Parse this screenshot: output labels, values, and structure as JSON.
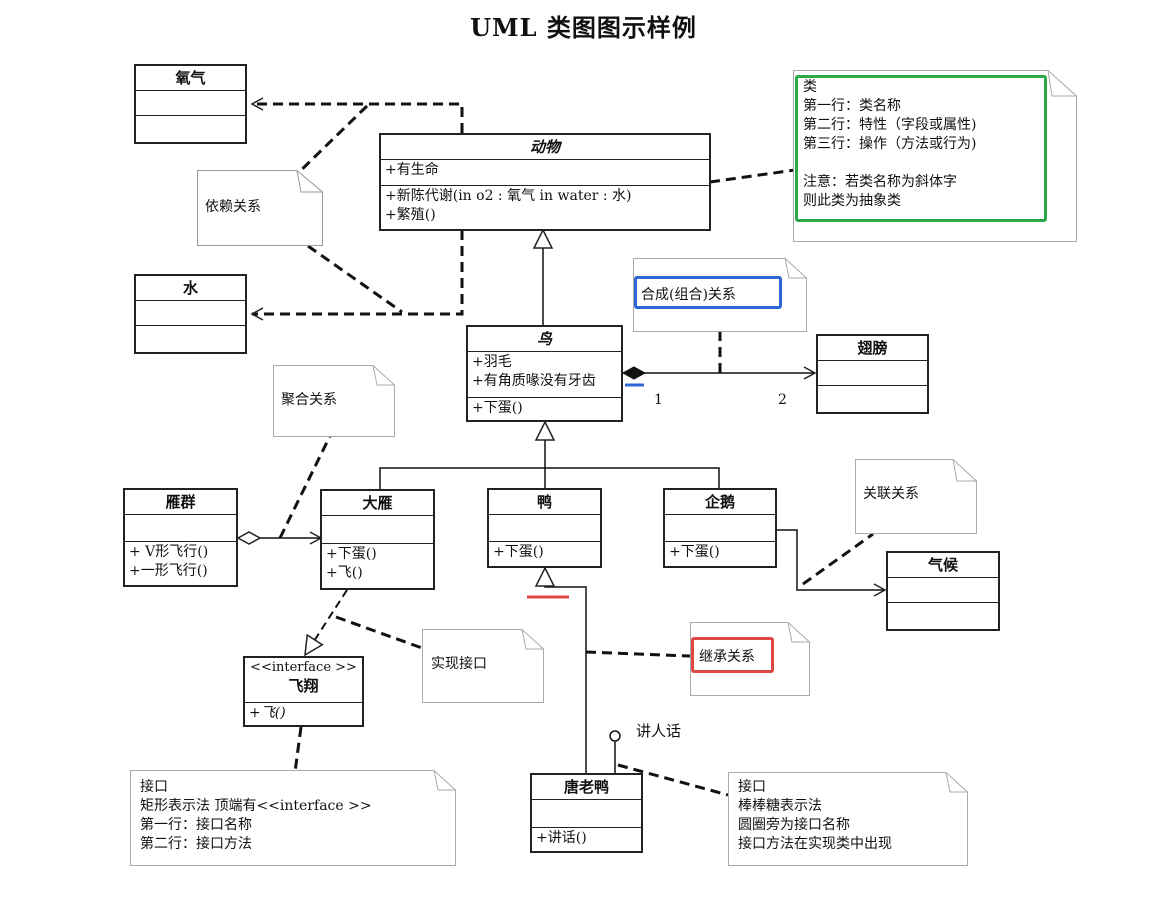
{
  "title": "UML 类图图示样例",
  "classes": {
    "oxygen": {
      "name": "氧气"
    },
    "water": {
      "name": "水"
    },
    "animal": {
      "name": "动物",
      "attrs": [
        "+有生命"
      ],
      "ops": [
        "+新陈代谢(in o2 : 氧气  in water : 水)",
        "+繁殖()"
      ]
    },
    "bird": {
      "name": "鸟",
      "attrs": [
        "+羽毛",
        "+有角质喙没有牙齿"
      ],
      "ops": [
        "+下蛋()"
      ]
    },
    "wing": {
      "name": "翅膀"
    },
    "goose_flock": {
      "name": "雁群",
      "ops": [
        "+ V形飞行()",
        "+一形飞行()"
      ]
    },
    "wild_goose": {
      "name": "大雁",
      "ops": [
        "+下蛋()",
        "+飞()"
      ]
    },
    "duck": {
      "name": "鸭",
      "ops": [
        "+下蛋()"
      ]
    },
    "penguin": {
      "name": "企鹅",
      "ops": [
        "+下蛋()"
      ]
    },
    "climate": {
      "name": "气候"
    },
    "fly_interface": {
      "stereotype": "<<interface >>",
      "name": "飞翔",
      "ops": [
        "+飞()"
      ]
    },
    "donald_duck": {
      "name": "唐老鸭",
      "ops": [
        "+讲话()"
      ]
    }
  },
  "notes": {
    "dependency": "依赖关系",
    "composition": "合成(组合)关系",
    "aggregation": "聚合关系",
    "association": "关联关系",
    "realization": "实现接口",
    "inheritance": "继承关系",
    "class_explain": [
      "类",
      "第一行：类名称",
      "第二行：特性（字段或属性)",
      "第三行：操作（方法或行为)",
      "",
      "注意：若类名称为斜体字",
      "则此类为抽象类"
    ],
    "interface_rect": [
      "接口",
      "矩形表示法  顶端有<<interface >>",
      "第一行：接口名称",
      "第二行：接口方法"
    ],
    "interface_lollipop": [
      "接口",
      "棒棒糖表示法",
      "圆圈旁为接口名称",
      "接口方法在实现类中出现"
    ]
  },
  "lollipop_label": "讲人话",
  "multiplicity": {
    "left": "1",
    "right": "2"
  },
  "colors": {
    "green_box": "#2aa84a",
    "blue_box": "#2f66d8",
    "red_box": "#e04848"
  }
}
